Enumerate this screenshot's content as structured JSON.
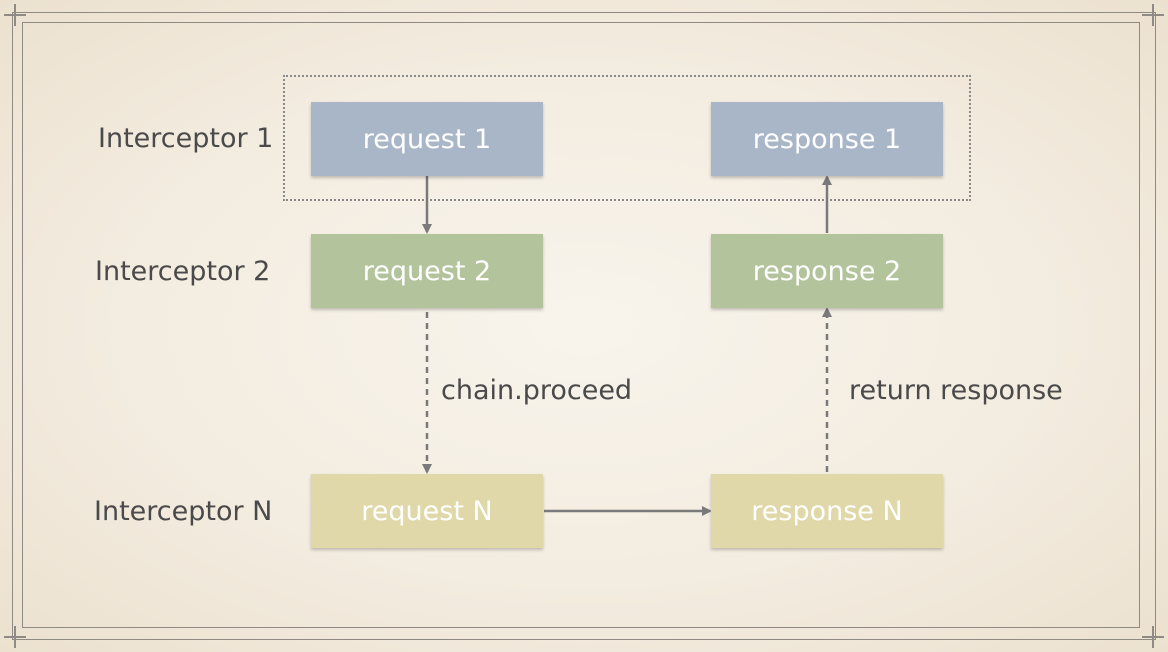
{
  "rows": [
    {
      "label": "Interceptor 1",
      "request": "request 1",
      "response": "response 1"
    },
    {
      "label": "Interceptor 2",
      "request": "request 2",
      "response": "response 2"
    },
    {
      "label": "Interceptor N",
      "request": "request N",
      "response": "response N"
    }
  ],
  "edges": {
    "chain_proceed": "chain.proceed",
    "return_response": "return response"
  },
  "colors": {
    "interceptor_1": "#a8b6c8",
    "interceptor_2": "#b3c49c",
    "interceptor_n": "#e0d8a8",
    "text": "#4a4a4a",
    "arrow": "#7a7a7a"
  }
}
